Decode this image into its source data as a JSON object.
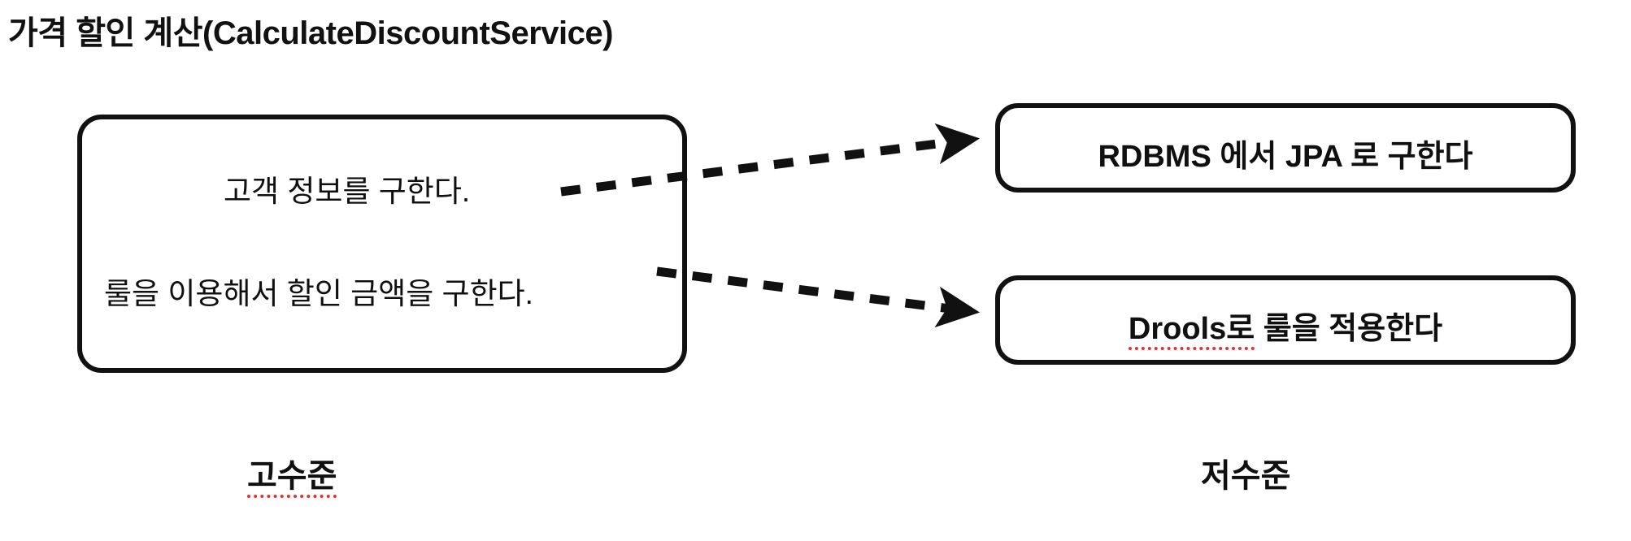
{
  "slide": {
    "title": "가격 할인 계산(CalculateDiscountService)",
    "background_color": "#ffffff",
    "stroke_color": "#111111",
    "spellcheck_color": "#ef2b2b"
  },
  "high_level_box": {
    "lines": [
      "고객 정보를 구한다.",
      "룰을 이용해서 할인 금액을 구한다."
    ]
  },
  "low_level_boxes": [
    {
      "text_plain": "RDBMS 에서 JPA 로 구한다",
      "spell_part": "",
      "rest_part": "RDBMS 에서 JPA 로 구한다",
      "has_spellcheck": false
    },
    {
      "text_plain": "Drools로 룰을 적용한다",
      "spell_part": "Drools로",
      "rest_part": " 룰을 적용한다",
      "has_spellcheck": true
    }
  ],
  "captions": {
    "high": "고수준",
    "high_has_spellcheck": true,
    "low": "저수준",
    "low_has_spellcheck": false
  },
  "arrows": [
    {
      "name": "arrow-customer-info-to-jpa",
      "style": "dashed",
      "head": "filled-triangle",
      "from": "고객 정보를 구한다.",
      "to": "RDBMS 에서 JPA 로 구한다"
    },
    {
      "name": "arrow-discount-rule-to-drools",
      "style": "dashed",
      "head": "filled-triangle",
      "from": "룰을 이용해서 할인 금액을 구한다.",
      "to": "Drools로 룰을 적용한다"
    }
  ]
}
